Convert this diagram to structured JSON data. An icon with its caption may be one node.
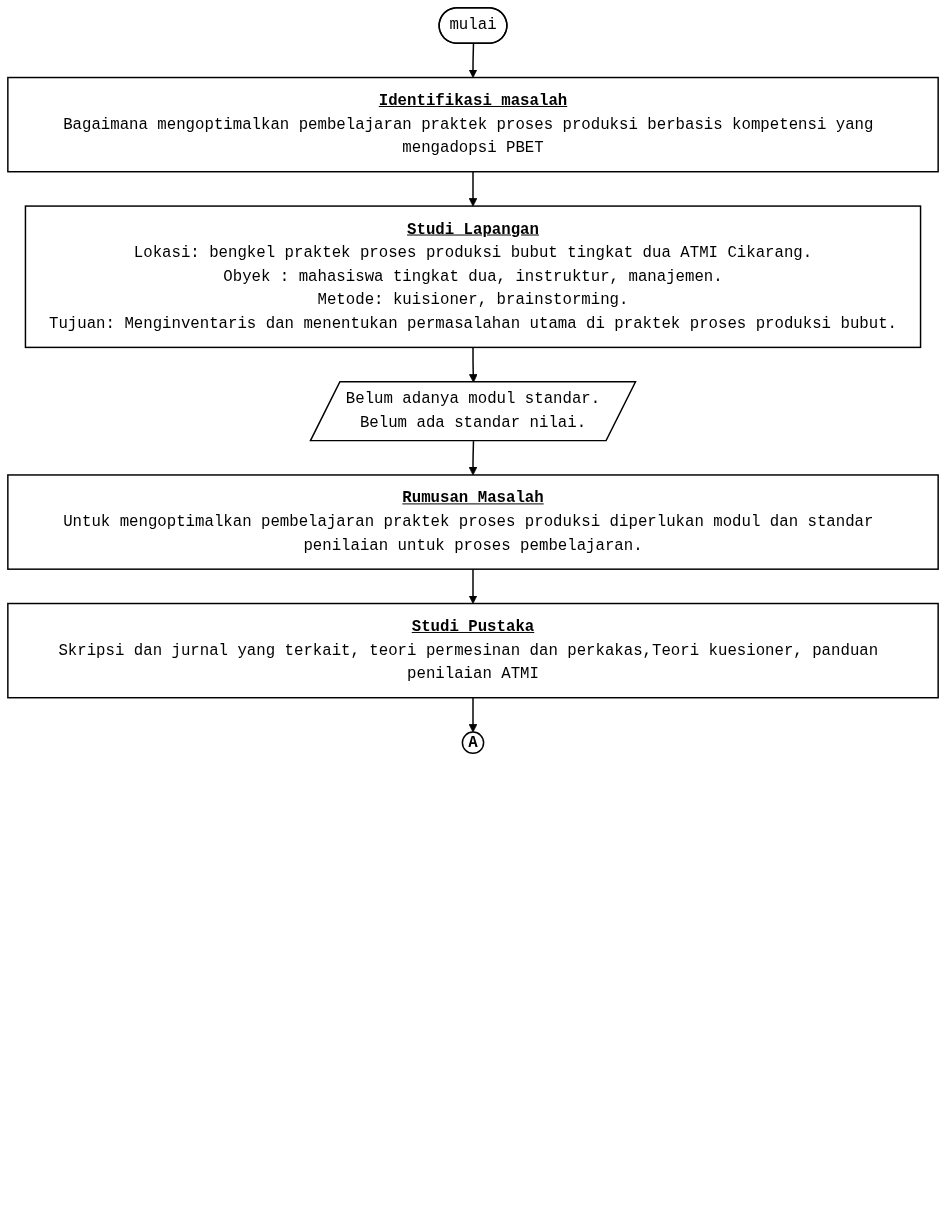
{
  "diagram": {
    "nodes": [
      {
        "text": [
          "mulai"
        ]
      },
      {
        "text": [
          "Identifikasi masalah",
          "Bagaimana mengoptimalkan pembelajaran praktek proses produksi berbasis kompetensi yang mengadopsi PBET"
        ]
      },
      {
        "text": [
          "Studi Lapangan",
          "Lokasi: bengkel praktek proses produksi bubut tingkat dua ATMI Cikarang.",
          "Obyek : mahasiswa tingkat dua, instruktur, manajemen.",
          "Metode: kuisioner, brainstorming.",
          "Tujuan: Menginventaris dan menentukan permasalahan utama di praktek proses produksi bubut."
        ]
      },
      {
        "text": [
          "Belum adanya modul standar.",
          "Belum ada standar nilai."
        ]
      },
      {
        "text": [
          "Rumusan Masalah",
          "Untuk mengoptimalkan pembelajaran praktek proses produksi diperlukan modul dan standar penilaian untuk proses pembelajaran."
        ]
      },
      {
        "text": [
          "Studi Pustaka",
          "Skripsi dan jurnal yang terkait, teori permesinan dan perkakas,Teori kuesioner, panduan penilaian ATMI"
        ]
      },
      {
        "text": [
          "A"
        ]
      }
    ],
    "edges": [
      {
        "from": 0,
        "to": 1,
        "arrow": "to"
      },
      {
        "from": 1,
        "to": 2,
        "arrow": "to"
      },
      {
        "from": 2,
        "to": 3,
        "arrow": "to"
      },
      {
        "from": 3,
        "to": 4,
        "arrow": "to"
      },
      {
        "from": 4,
        "to": 5,
        "arrow": "to"
      },
      {
        "from": 5,
        "to": 6,
        "arrow": "to"
      }
    ]
  }
}
